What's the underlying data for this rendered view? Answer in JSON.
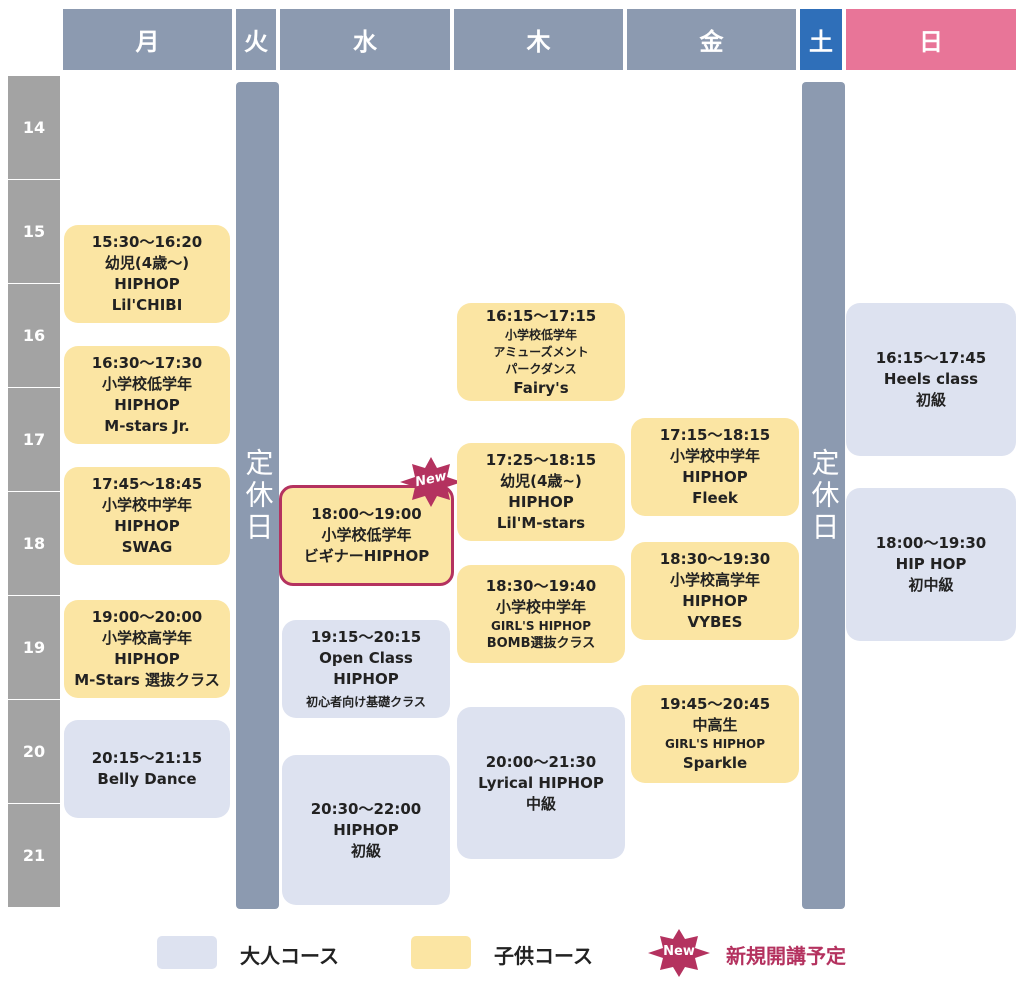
{
  "days": [
    "月",
    "火",
    "水",
    "木",
    "金",
    "土",
    "日"
  ],
  "hours": [
    "14",
    "15",
    "16",
    "17",
    "18",
    "19",
    "20",
    "21"
  ],
  "closed_label": "定休日",
  "classes": {
    "mon1": [
      "15:30〜16:20",
      "幼児(4歳〜)",
      "HIPHOP",
      "Lil'CHIBI"
    ],
    "mon2": [
      "16:30〜17:30",
      "小学校低学年",
      "HIPHOP",
      "M-stars Jr."
    ],
    "mon3": [
      "17:45〜18:45",
      "小学校中学年",
      "HIPHOP",
      "SWAG"
    ],
    "mon4": [
      "19:00〜20:00",
      "小学校高学年",
      "HIPHOP",
      "M-Stars 選抜クラス"
    ],
    "mon5": [
      "20:15〜21:15",
      "Belly Dance"
    ],
    "wed1": [
      "18:00〜19:00",
      "小学校低学年",
      "ビギナーHIPHOP"
    ],
    "wed2": [
      "19:15〜20:15",
      "Open Class",
      "HIPHOP",
      "初心者向け基礎クラス"
    ],
    "wed3": [
      "20:30〜22:00",
      "HIPHOP",
      "初級"
    ],
    "thu1": [
      "16:15〜17:15",
      "小学校低学年",
      "アミューズメント",
      "パークダンス",
      "Fairy's"
    ],
    "thu2": [
      "17:25〜18:15",
      "幼児(4歳~)",
      "HIPHOP",
      "Lil'M-stars"
    ],
    "thu3": [
      "18:30〜19:40",
      "小学校中学年",
      "GIRL'S HIPHOP",
      "BOMB選抜クラス"
    ],
    "thu4": [
      "20:00〜21:30",
      "Lyrical HIPHOP",
      "中級"
    ],
    "fri1": [
      "17:15〜18:15",
      "小学校中学年",
      "HIPHOP",
      "Fleek"
    ],
    "fri2": [
      "18:30〜19:30",
      "小学校高学年",
      "HIPHOP",
      "VYBES"
    ],
    "fri3": [
      "19:45〜20:45",
      "中高生",
      "GIRL'S HIPHOP",
      "Sparkle"
    ],
    "sun1": [
      "16:15〜17:45",
      "Heels class",
      "初級"
    ],
    "sun2": [
      "18:00〜19:30",
      "HIP HOP",
      "初中級"
    ]
  },
  "new_badge": "New",
  "legend": {
    "adult": "大人コース",
    "kids": "子供コース",
    "new": "新規開講予定"
  },
  "colors": {
    "weekday_header": "#8c9ab0",
    "saturday_header": "#2f6fb9",
    "sunday_header": "#e87598",
    "kids_course": "#fbe5a3",
    "adult_course": "#dde2f0",
    "new_accent": "#b4325f"
  }
}
